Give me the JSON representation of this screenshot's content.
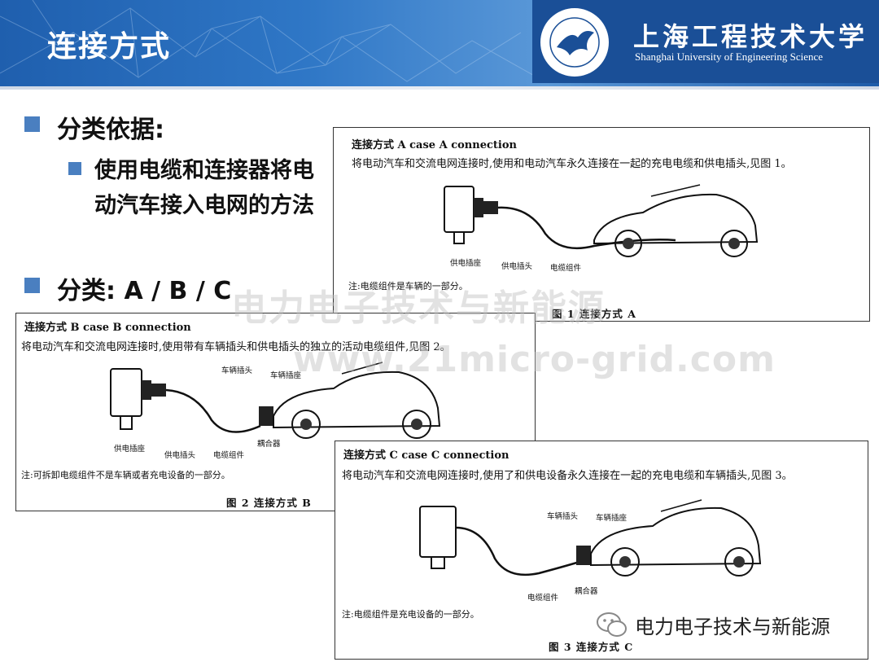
{
  "header": {
    "title": "连接方式",
    "university_cn": "上海工程技术大学",
    "university_en": "Shanghai University of Engineering Science"
  },
  "bullets": {
    "basis_heading": "分类依据:",
    "basis_text": "使用电缆和连接器将电动汽车接入电网的方法",
    "category": "分类: A / B / C"
  },
  "case_a": {
    "title": "连接方式 A   case A connection",
    "desc": "将电动汽车和交流电网连接时,使用和电动汽车永久连接在一起的充电电缆和供电插头,见图 1。",
    "labels": [
      "供电插座",
      "供电插头",
      "电缆组件"
    ],
    "note": "注:电缆组件是车辆的一部分。",
    "caption": "图 1   连接方式 A"
  },
  "case_b": {
    "title": "连接方式 B   case B connection",
    "desc": "将电动汽车和交流电网连接时,使用带有车辆插头和供电插头的独立的活动电缆组件,见图 2。",
    "labels": [
      "车辆插头",
      "车辆插座",
      "供电插座",
      "供电插头",
      "电缆组件",
      "耦合器"
    ],
    "note": "注:可拆卸电缆组件不是车辆或者充电设备的一部分。",
    "caption": "图 2   连接方式 B"
  },
  "case_c": {
    "title": "连接方式 C   case C connection",
    "desc": "将电动汽车和交流电网连接时,使用了和供电设备永久连接在一起的充电电缆和车辆插头,见图 3。",
    "labels": [
      "车辆插头",
      "车辆插座",
      "电缆组件",
      "耦合器"
    ],
    "note": "注:电缆组件是充电设备的一部分。",
    "caption": "图 3   连接方式 C"
  },
  "watermark": {
    "line1": "电力电子技术与新能源",
    "line2": "www.21micro-grid.com"
  },
  "footer": {
    "brand": "电力电子技术与新能源"
  },
  "colors": {
    "header_blue": "#1f5fae",
    "bullet_square": "#4a7fc0"
  }
}
